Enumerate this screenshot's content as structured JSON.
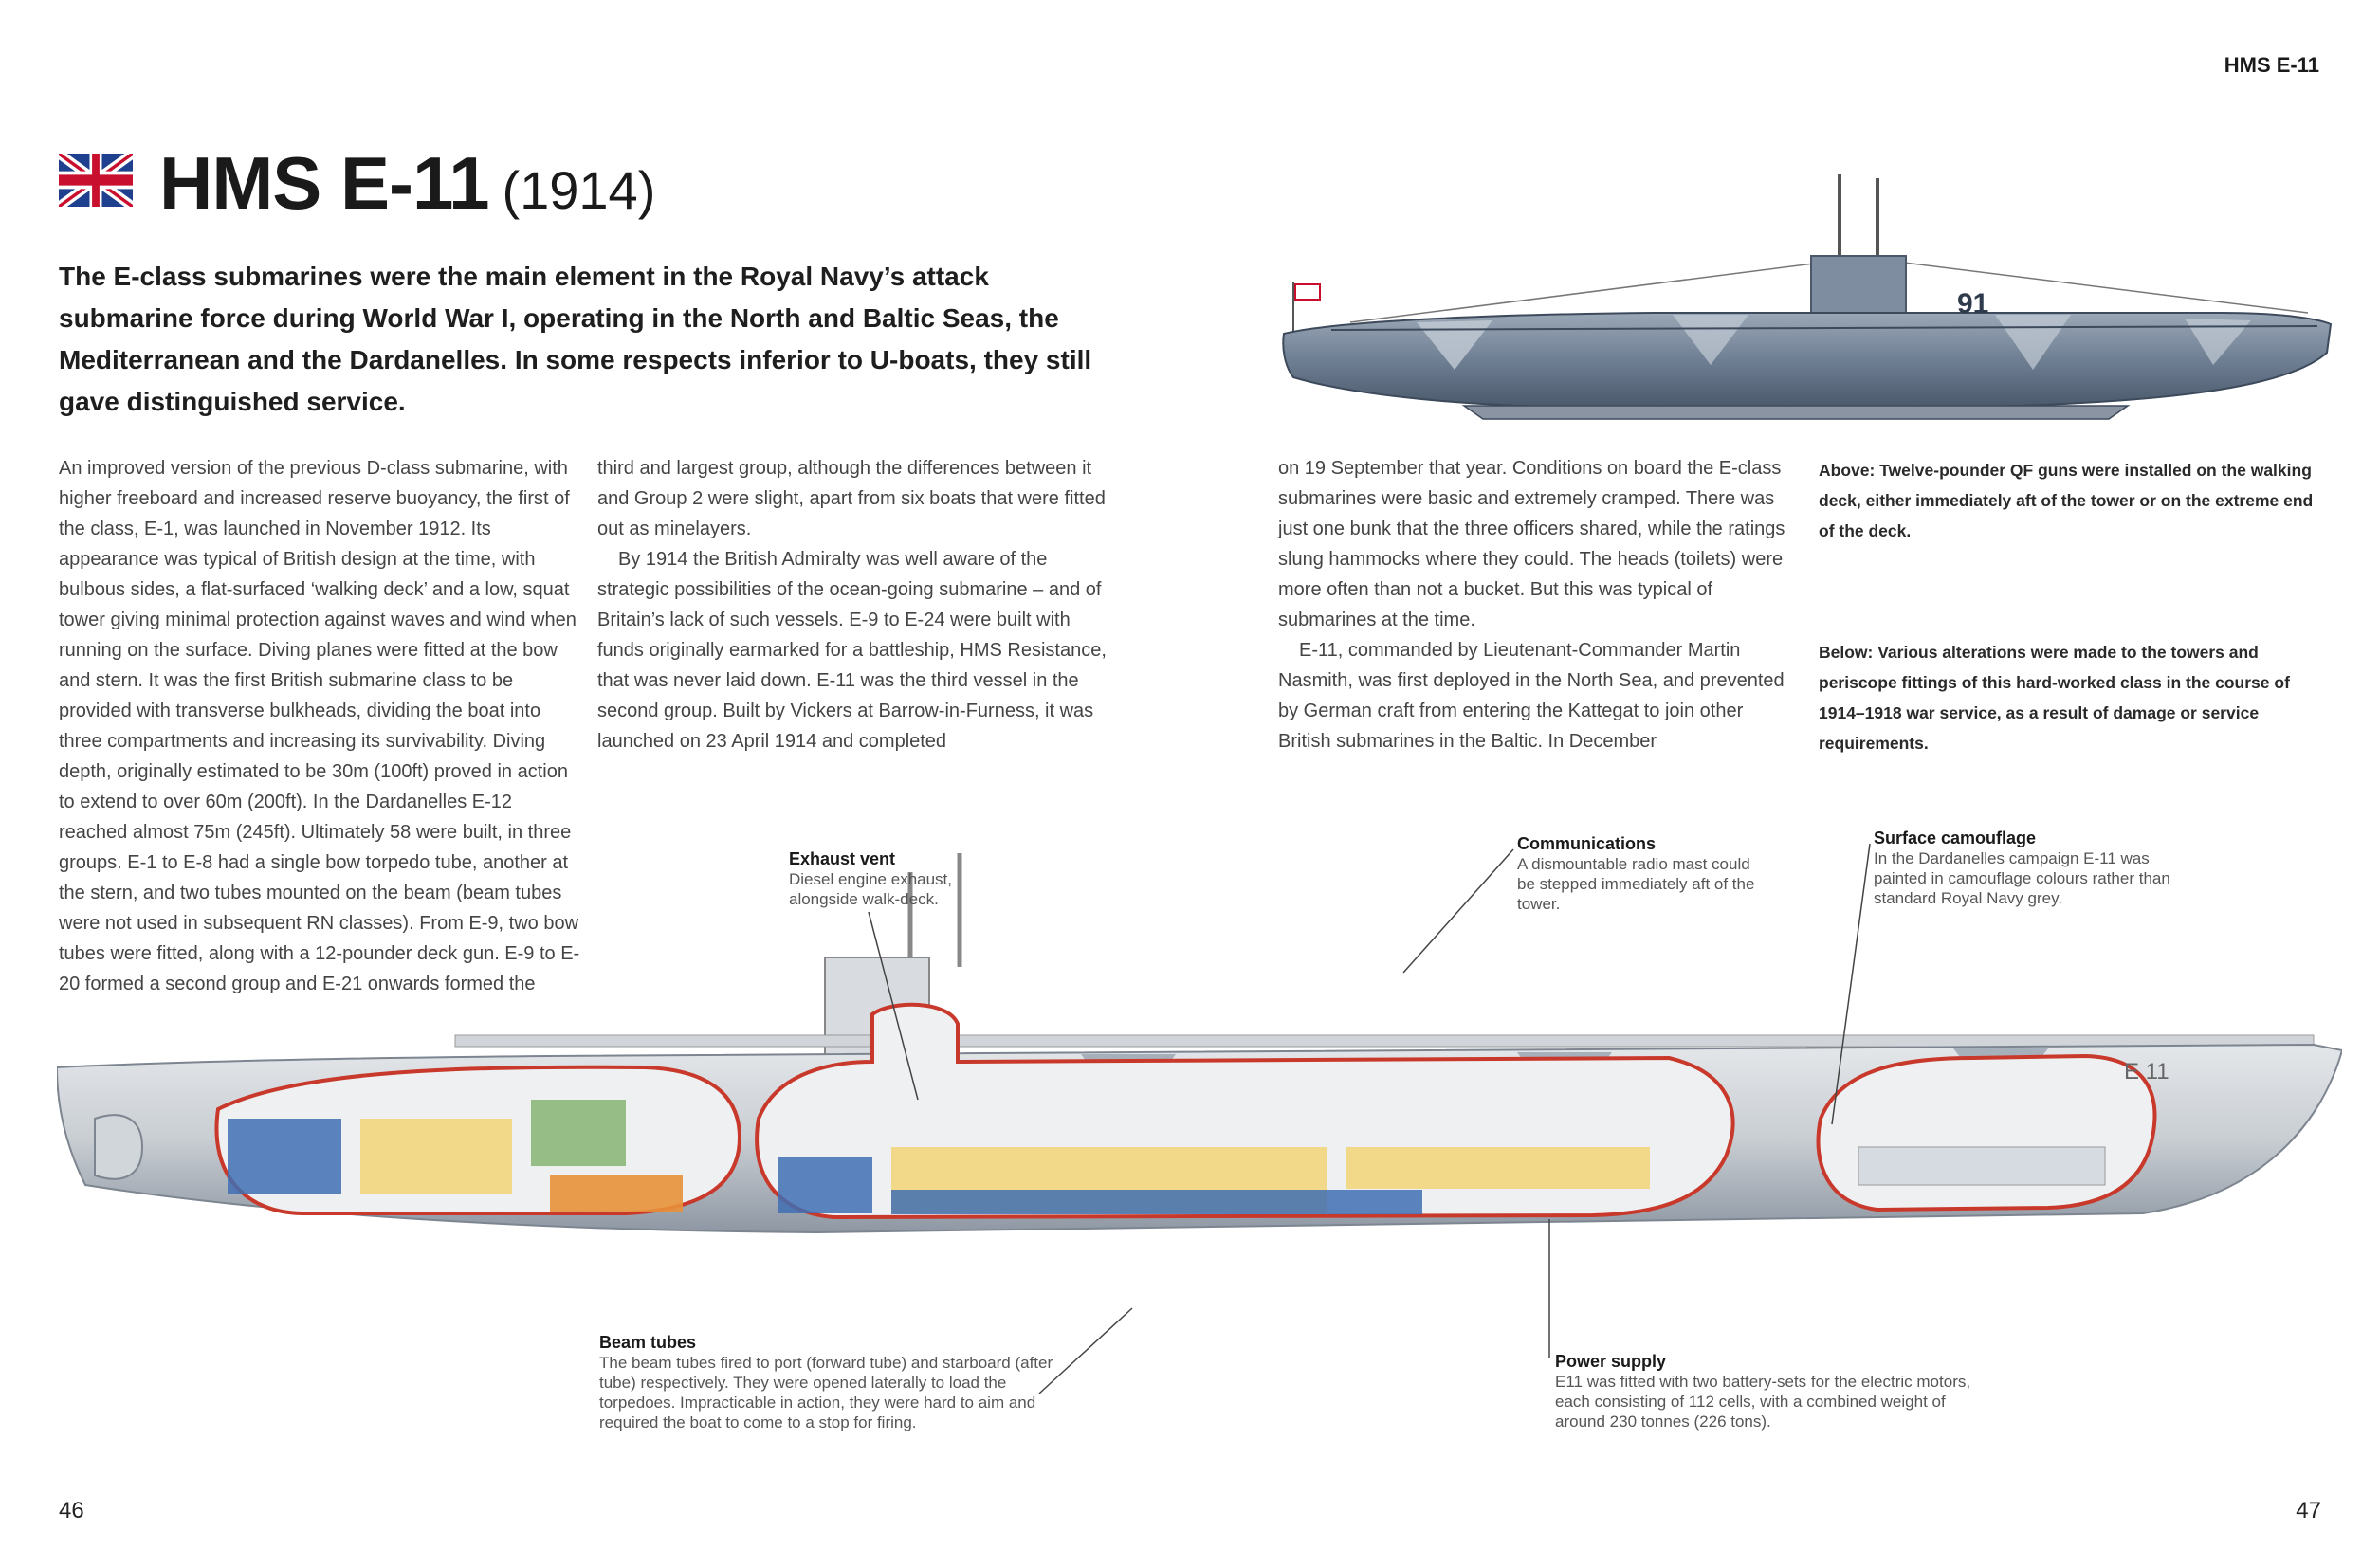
{
  "running_head": "HMS E-11",
  "title": {
    "name": "HMS E-11",
    "year": "(1914)"
  },
  "intro": "The E-class submarines were the main element in the Royal Navy’s attack submarine force during World War I, operating in the North and Baltic Seas, the Mediterranean and the Dardanelles. In some respects inferior to U-boats, they still gave distinguished service.",
  "column1": [
    "An improved version of the previous D-class submarine, with higher freeboard and increased reserve buoyancy, the first of the class, E-1, was launched in November 1912. Its appearance was typical of British design at the time, with bulbous sides, a flat-surfaced ‘walking deck’ and a low, squat tower giving minimal protection against waves and wind when running on the surface. Diving planes were fitted at the bow and stern. It was the first British submarine class to be provided with transverse bulkheads, dividing the boat into three compartments and increasing its survivability. Diving depth, originally estimated to be 30m (100ft) proved in action to extend to over 60m (200ft). In the Dardanelles E-12 reached almost 75m (245ft). Ultimately 58 were built, in three groups. E-1 to E-8 had a single bow torpedo tube, another at the stern, and two tubes mounted on the beam (beam tubes were not used in subsequent RN classes). From E-9, two bow tubes were fitted, along with a 12-pounder deck gun. E-9 to E-20 formed a second group and E-21 onwards formed the"
  ],
  "column2": [
    "third and largest group, although the differences between it and Group 2 were slight, apart from six boats that were fitted out as minelayers.",
    "By 1914 the British Admiralty was well aware of the strategic possibilities of the ocean-going submarine – and of Britain’s lack of such vessels. E-9 to E-24 were built with funds originally earmarked for a battleship, HMS Resistance, that was never laid down. E-11 was the third vessel in the second group. Built by Vickers at Barrow-in-Furness, it was launched on 23 April 1914 and completed"
  ],
  "column3": [
    "on 19 September that year. Conditions on board the E-class submarines were basic and extremely cramped. There was just one bunk that the three officers shared, while the ratings slung hammocks where they could. The heads (toilets) were more often than not a bucket. But this was typical of submarines at the time.",
    "E-11, commanded by Lieutenant-Commander Martin Nasmith, was first deployed in the North Sea, and prevented by German craft from entering the Kattegat to join other British submarines in the Baltic. In December"
  ],
  "captions": {
    "above": "Above: Twelve-pounder QF guns were installed on the walking deck, either immediately aft of the tower or on the extreme end of the deck.",
    "below": "Below: Various alterations were made to the towers and periscope fittings of this hard-worked class in the course of 1914–1918 war service, as a result of damage or service requirements."
  },
  "callouts": {
    "exhaust": {
      "label": "Exhaust vent",
      "text": "Diesel engine exhaust, alongside walk-deck."
    },
    "comms": {
      "label": "Communications",
      "text": "A dismountable radio mast could be stepped immediately aft of the tower."
    },
    "camo": {
      "label": "Surface camouflage",
      "text": "In the Dardanelles campaign E-11 was painted in camouflage colours rather than standard Royal Navy grey."
    },
    "beam": {
      "label": "Beam tubes",
      "text": "The beam tubes fired to port (forward tube) and starboard (after tube) respectively. They were opened laterally to load the torpedoes. Impracticable in action, they were hard to aim and required the boat to come to a stop for firing."
    },
    "power": {
      "label": "Power supply",
      "text": "E11 was fitted with two battery-sets for the electric motors, each consisting of 112 cells, with a combined weight of around 230 tonnes (226 tons)."
    }
  },
  "side_view": {
    "hull_number": "91"
  },
  "cutaway": {
    "bow_mark": "E 11"
  },
  "folios": {
    "left": "46",
    "right": "47"
  },
  "colors": {
    "flag_blue": "#1f3f8f",
    "flag_red": "#c8102e",
    "cutaway_outline": "#c8392b",
    "battery_blue": "#3f6fb4",
    "hull_grey": "#c9ced3"
  }
}
